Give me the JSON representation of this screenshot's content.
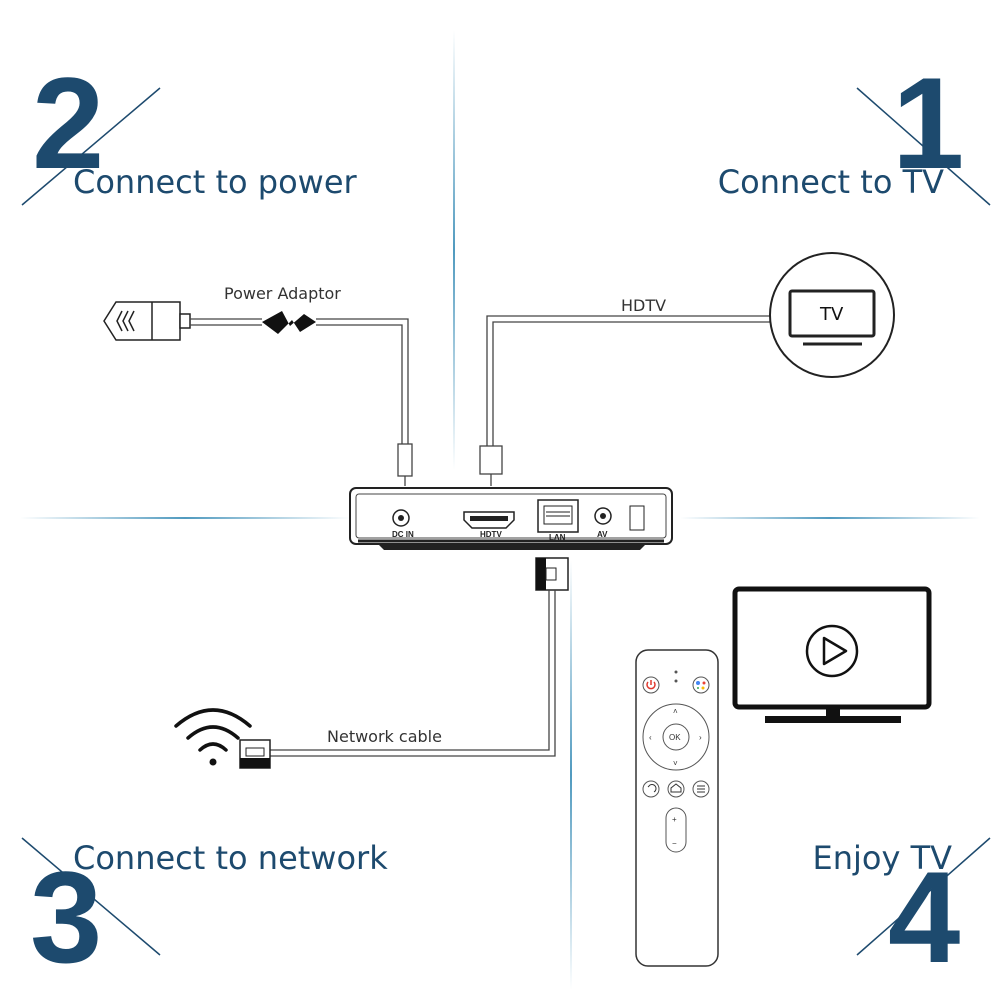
{
  "steps": [
    {
      "number": "1",
      "label": "Connect to TV"
    },
    {
      "number": "2",
      "label": "Connect to power"
    },
    {
      "number": "3",
      "label": "Connect to network"
    },
    {
      "number": "4",
      "label": "Enjoy TV"
    }
  ],
  "cables": {
    "power": "Power Adaptor",
    "hdtv": "HDTV",
    "network": "Network cable"
  },
  "tv_badge": "TV",
  "ports": {
    "dc_in": "DC IN",
    "hdtv": "HDTV",
    "lan": "LAN",
    "av": "AV"
  },
  "remote": {
    "ok": "OK",
    "plus": "+",
    "minus": "−"
  },
  "colors": {
    "accent": "#1d4a6e",
    "divider": "#3d8fb8",
    "line": "#333333",
    "power_button": "#e03a2f"
  },
  "icons": [
    "plug-icon",
    "lightning-icon",
    "tv-icon",
    "wifi-icon",
    "ethernet-plug-icon",
    "play-icon",
    "remote-control",
    "tv-box"
  ]
}
